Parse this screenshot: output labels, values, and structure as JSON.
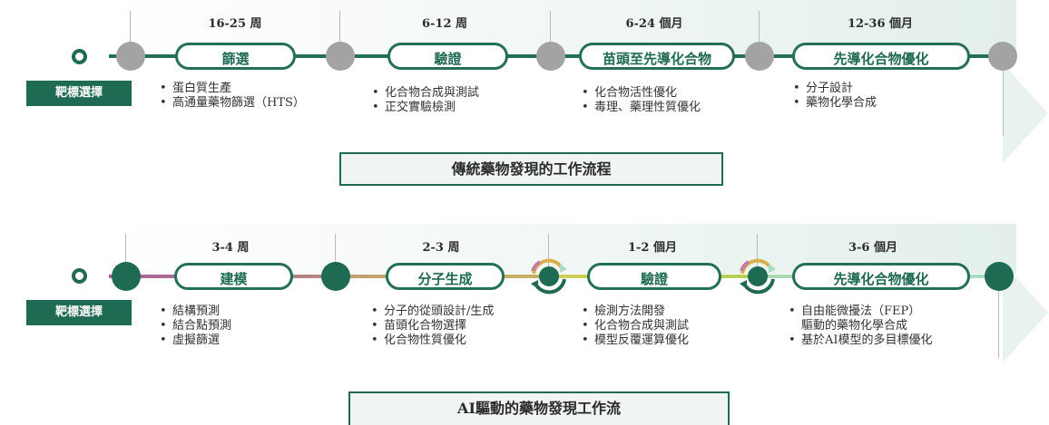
{
  "colors": {
    "primary": "#1f6a52",
    "node_gray": "#a3a3a3",
    "accent_purple": "#a85f9a",
    "accent_tan": "#c4a166",
    "accent_lime": "#b4d255",
    "accent_mint": "#a9dcc6"
  },
  "traditional": {
    "title": "傳統藥物發現的工作流程",
    "target_label": "靶標選擇",
    "stages": [
      {
        "duration": "16-25 周",
        "label": "篩選",
        "items": [
          "蛋白質生產",
          "高通量藥物篩選（HTS）"
        ]
      },
      {
        "duration": "6-12 周",
        "label": "驗證",
        "items": [
          "化合物合成與測試",
          "正交實驗檢測"
        ]
      },
      {
        "duration": "6-24 個月",
        "label": "苗頭至先導化合物",
        "items": [
          "化合物活性優化",
          "毒理、藥理性質優化"
        ]
      },
      {
        "duration": "12-36 個月",
        "label": "先導化合物優化",
        "items": [
          "分子設計",
          "藥物化學合成"
        ]
      }
    ]
  },
  "ai": {
    "title": "AI驅動的藥物發現工作流",
    "target_label": "靶標選擇",
    "stages": [
      {
        "duration": "3-4 周",
        "label": "建模",
        "items": [
          "結構預測",
          "結合點預測",
          "虛擬篩選"
        ]
      },
      {
        "duration": "2-3 周",
        "label": "分子生成",
        "items": [
          "分子的從頭設計/生成",
          "苗頭化合物選擇",
          "化合物性質優化"
        ]
      },
      {
        "duration": "1-2 個月",
        "label": "驗證",
        "items": [
          "檢測方法開發",
          "化合物合成與測試",
          "模型反覆運算優化"
        ]
      },
      {
        "duration": "3-6 個月",
        "label": "先導化合物優化",
        "items": [
          "自由能微擾法（FEP）",
          "驅動的藥物化學合成",
          "基於AI模型的多目標優化"
        ]
      }
    ]
  }
}
